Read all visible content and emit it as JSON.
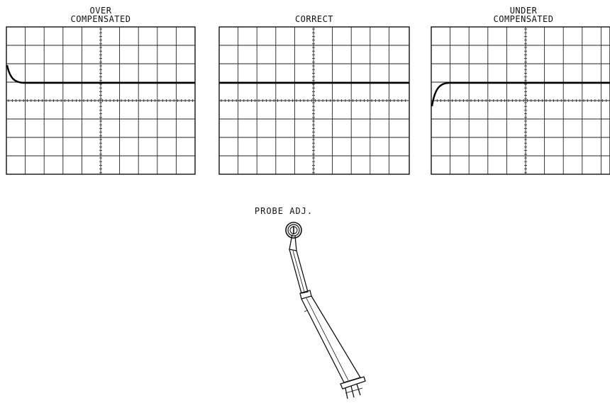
{
  "scopes": [
    {
      "id": "over",
      "label_line1": "OVER",
      "label_line2": "COMPENSATED",
      "response": "overshoot"
    },
    {
      "id": "correct",
      "label_line1": "",
      "label_line2": "CORRECT",
      "response": "flat"
    },
    {
      "id": "under",
      "label_line1": "UNDER",
      "label_line2": "COMPENSATED",
      "response": "undershoot"
    }
  ],
  "probe": {
    "label": "PROBE ADJ.",
    "tool": "screwdriver-icon",
    "adjustment_point": "adjustment-screw-icon"
  },
  "colors": {
    "ink": "#111111",
    "grid": "#222222",
    "background": "#ffffff"
  }
}
